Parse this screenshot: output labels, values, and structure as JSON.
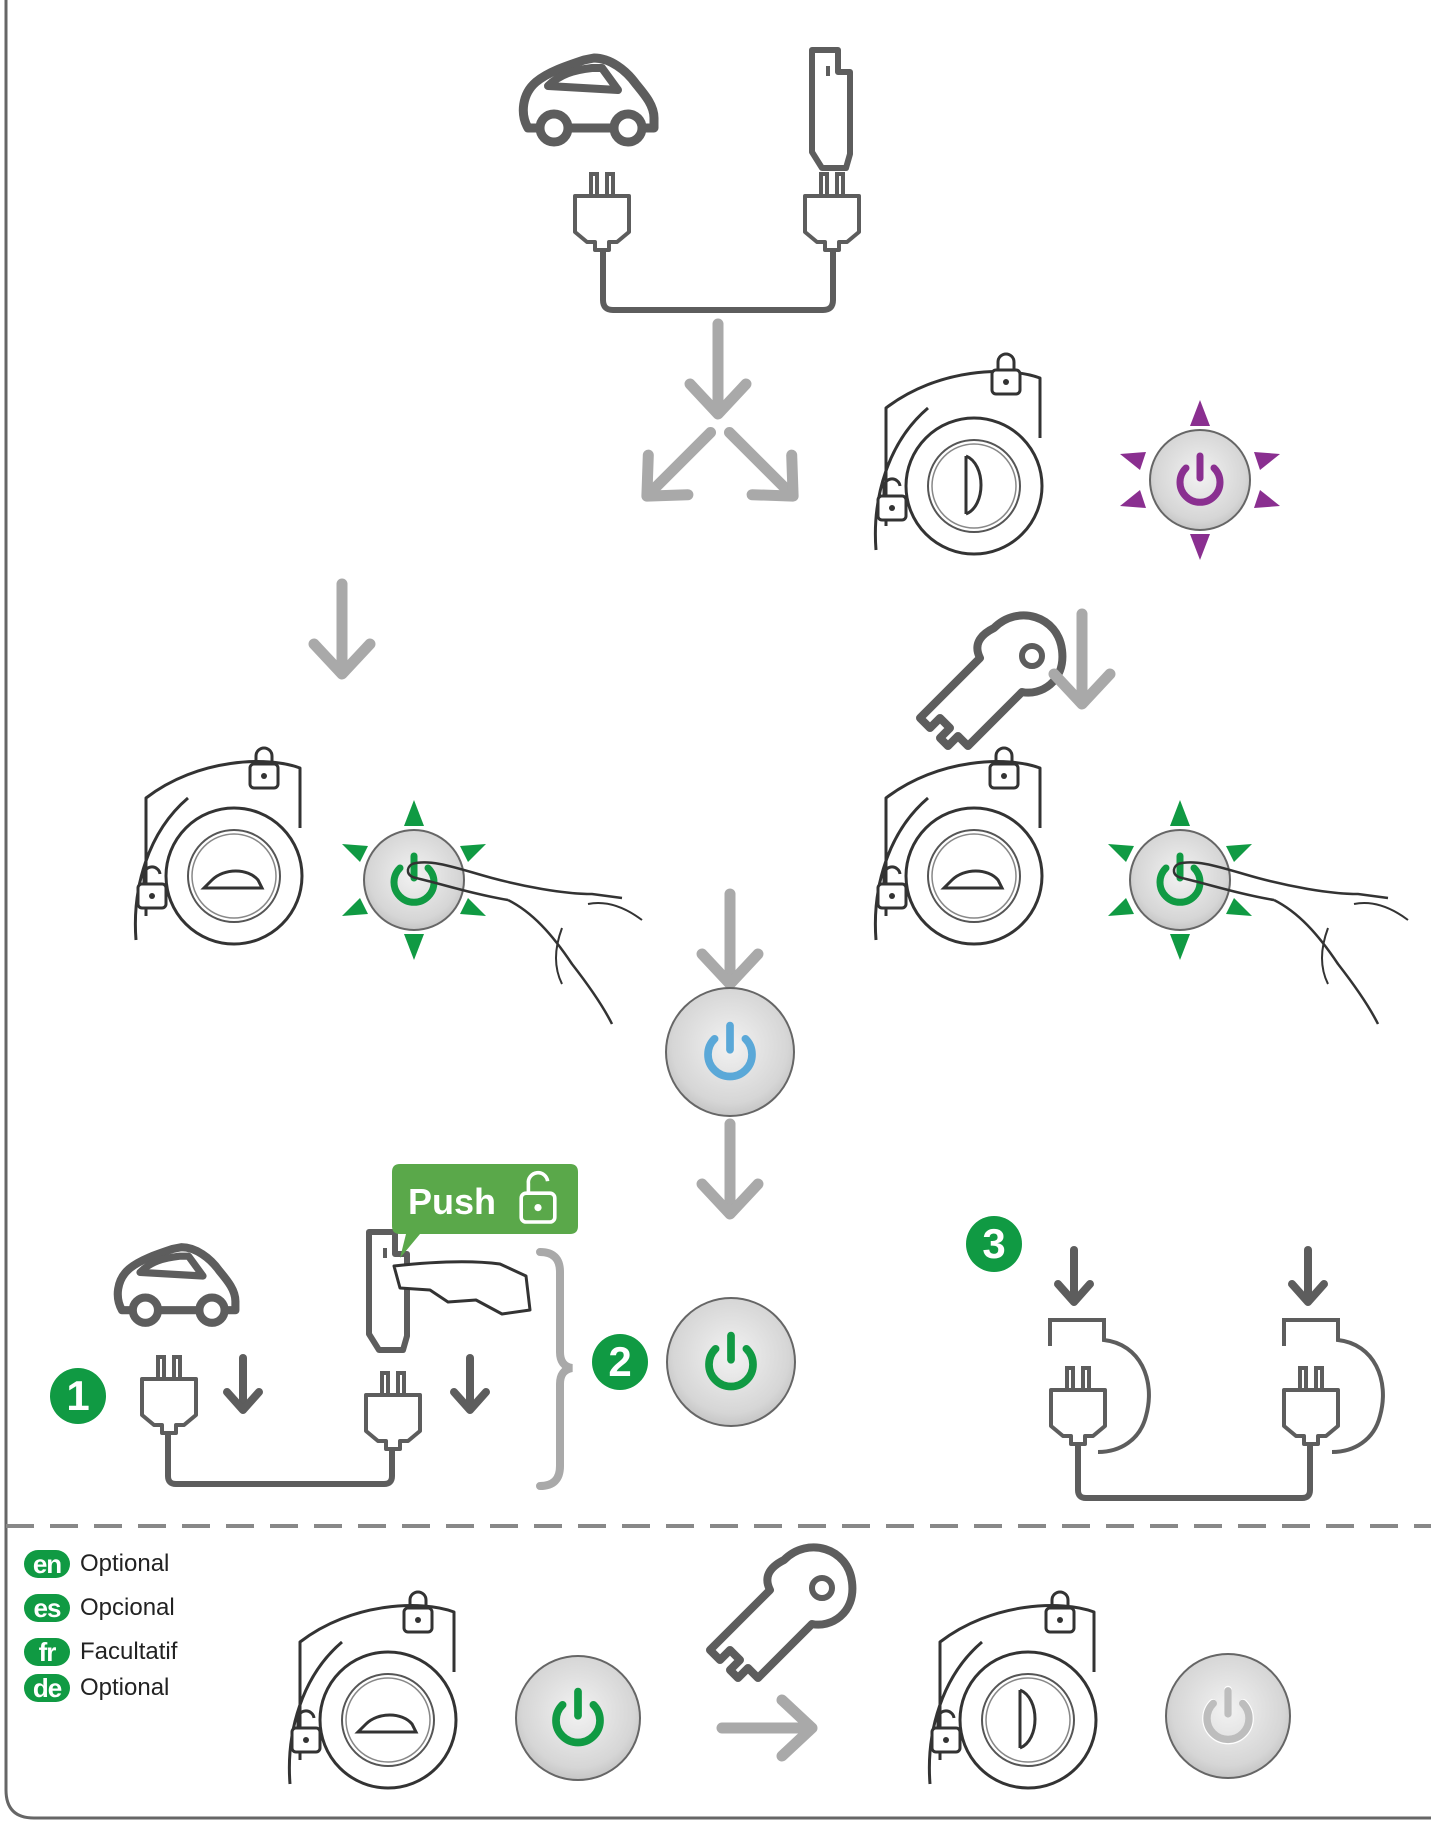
{
  "push_label": "Push",
  "steps": [
    "1",
    "2",
    "3"
  ],
  "languages": [
    {
      "code": "en",
      "label": "Optional"
    },
    {
      "code": "es",
      "label": "Opcional"
    },
    {
      "code": "fr",
      "label": "Facultatif"
    },
    {
      "code": "de",
      "label": "Optional"
    }
  ],
  "colors": {
    "outline": "#5d5d5d",
    "arrow": "#a9a9a9",
    "green": "#109a43",
    "purple": "#8a2f90",
    "blue": "#5aa8d8",
    "button_face": "#d9d9d9"
  }
}
